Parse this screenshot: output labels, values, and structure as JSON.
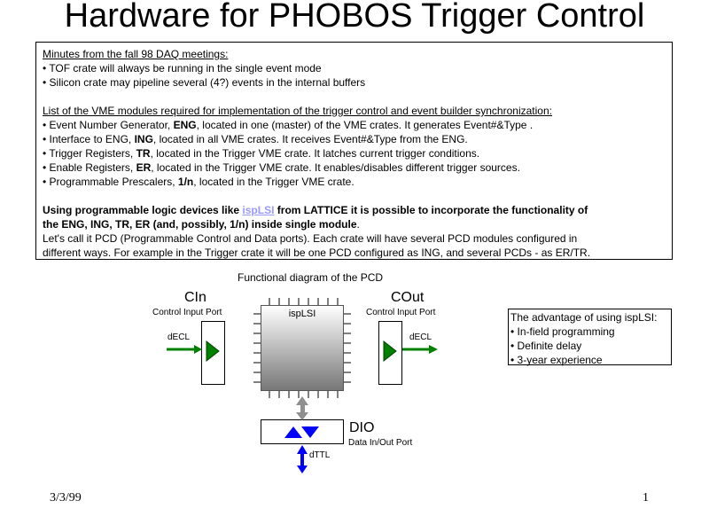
{
  "title": "Hardware for PHOBOS Trigger Control",
  "notes": {
    "minutes_heading": "Minutes from the fall 98 DAQ meetings:",
    "minutes": [
      "• TOF crate will always be running in the single event mode",
      "• Silicon crate may pipeline several (4?) events in the internal buffers"
    ],
    "modules_heading": "List of the VME modules required for implementation of the trigger control and event builder synchronization:",
    "modules": [
      {
        "pre": "• Event Number Generator, ",
        "bold": "ENG",
        "post": ", located in one (master) of the VME crates. It generates Event#&Type ."
      },
      {
        "pre": "• Interface to ENG, ",
        "bold": "ING",
        "post": ", located in all VME crates. It receives Event#&Type from the ENG."
      },
      {
        "pre": "• Trigger Registers, ",
        "bold": "TR",
        "post": ", located in the Trigger VME crate. It latches current trigger conditions."
      },
      {
        "pre": "• Enable Registers, ",
        "bold": "ER",
        "post": ", located in the Trigger VME crate. It enables/disables different trigger sources."
      },
      {
        "pre": "• Programmable Prescalers, ",
        "bold": "1/n",
        "post": ", located in the Trigger VME crate."
      }
    ],
    "pld_pre": "Using programmable logic devices like ",
    "pld_link": "ispLSI",
    "pld_post1": " from LATTICE it is possible to incorporate the functionality of",
    "pld_line2": "the ENG, ING, TR, ER (and, possibly, 1/n) inside single module",
    "pld_line2_end": ".",
    "pcd_line1": "Let's call it PCD (Programmable Control and Data ports). Each crate will have several PCD modules configured in",
    "pcd_line2": "different ways. For example in the Trigger crate it will be one PCD configured as ING, and several PCDs - as ER/TR."
  },
  "diagram": {
    "caption": "Functional diagram of the PCD",
    "cin": {
      "name": "CIn",
      "sub": "Control Input Port",
      "signal": "dECL"
    },
    "cout": {
      "name": "COut",
      "sub": "Control Input Port",
      "signal": "dECL"
    },
    "chip": {
      "label": "ispLSI"
    },
    "dio": {
      "name": "DIO",
      "sub": "Data In/Out Port",
      "signal": "dTTL"
    },
    "colors": {
      "green": "#008000",
      "blue": "#0000ff",
      "gray": "#909090"
    }
  },
  "advantages": {
    "title": "The advantage of using ispLSI:",
    "items": [
      "• In-field programming",
      "• Definite delay",
      "• 3-year experience"
    ]
  },
  "footer": {
    "date": "3/3/99",
    "page": "1"
  }
}
